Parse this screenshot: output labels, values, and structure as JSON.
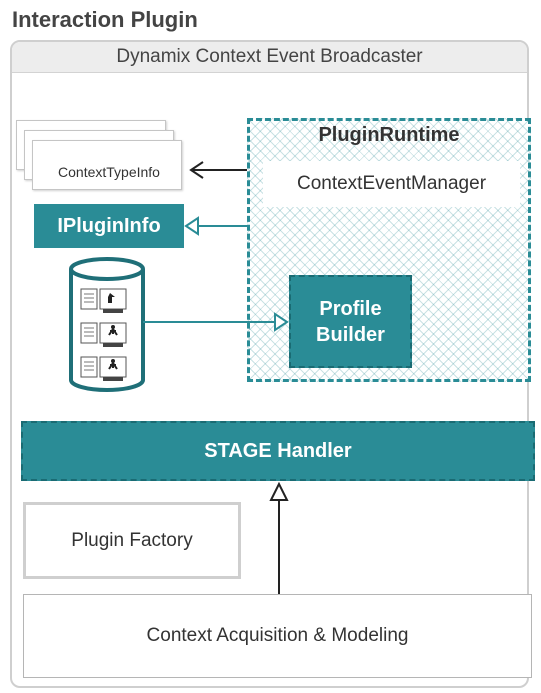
{
  "title": "Interaction Plugin",
  "container_title": "Dynamix Context Event Broadcaster",
  "context_type_info": "ContextTypeInfo",
  "iplugin_info": "IPluginInfo",
  "plugin_runtime": {
    "title": "PluginRuntime",
    "manager": "ContextEventManager"
  },
  "profile_builder": {
    "line1": "Profile",
    "line2": "Builder"
  },
  "stage_handler": "STAGE Handler",
  "plugin_factory": "Plugin Factory",
  "context_acquisition": "Context Acquisition & Modeling",
  "colors": {
    "accent": "#2a8c96",
    "border_grey": "#cfcfcf",
    "header_grey": "#ededed"
  }
}
